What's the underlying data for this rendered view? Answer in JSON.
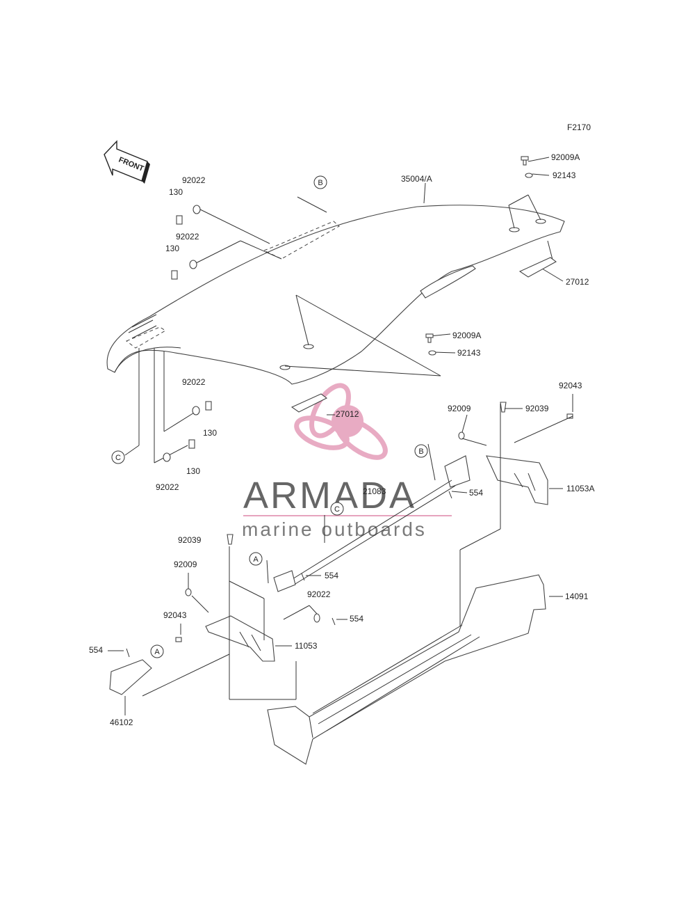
{
  "figure_code": "F2170",
  "front_label": "FRONT",
  "watermark": {
    "title": "ARMADA",
    "subtitle": "marine outboards",
    "accent_color": "#e6a3bd",
    "line_color": "#e6a3bd"
  },
  "callouts": {
    "a": "A",
    "b": "B",
    "c": "C"
  },
  "parts": {
    "p35004a": "35004/A",
    "p92009a_top": "92009A",
    "p92143_top": "92143",
    "p27012_right": "27012",
    "p92009a_mid": "92009A",
    "p92143_mid": "92143",
    "p27012_mid": "27012",
    "p92022_1": "92022",
    "p130_1": "130",
    "p92022_2": "92022",
    "p130_2": "130",
    "p92022_3": "92022",
    "p130_3": "130",
    "p130_4": "130",
    "p92022_4": "92022",
    "p92043_right": "92043",
    "p92009_right": "92009",
    "p92039_right": "92039",
    "p11053a": "11053A",
    "p554_1": "554",
    "p21083": "21083",
    "p92039_left": "92039",
    "p554_2": "554",
    "p92009_left": "92009",
    "p92022_5": "92022",
    "p554_3": "554",
    "p92043_left": "92043",
    "p11053": "11053",
    "p554_4": "554",
    "p46102": "46102",
    "p14091": "14091"
  }
}
